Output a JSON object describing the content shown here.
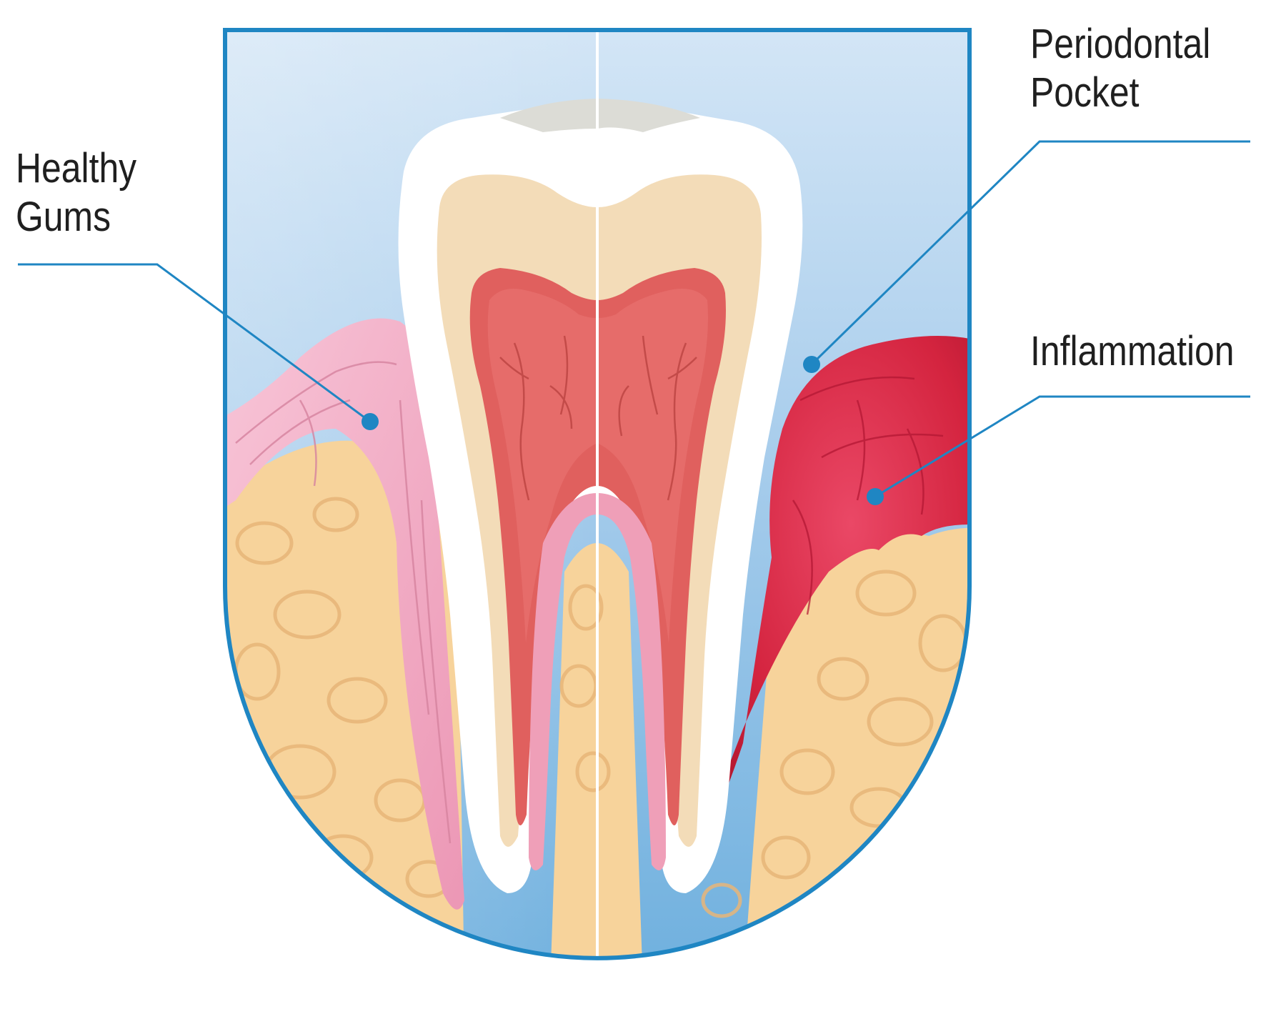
{
  "labels": {
    "healthy_gums": [
      "Healthy",
      "Gums"
    ],
    "periodontal_pocket": [
      "Periodontal",
      "Pocket"
    ],
    "inflammation": "Inflammation"
  },
  "colors": {
    "frame_blue": "#1f86c3",
    "sky_top": "#d4e6f6",
    "sky_bottom": "#79b4df",
    "enamel": "#ffffff",
    "dentin": "#f3dcb8",
    "pulp": "#e0605e",
    "healthy_gum": "#f2a9c3",
    "inflamed_gum": "#d4243f",
    "bone": "#f7d39b",
    "text": "#1f1f1f"
  }
}
